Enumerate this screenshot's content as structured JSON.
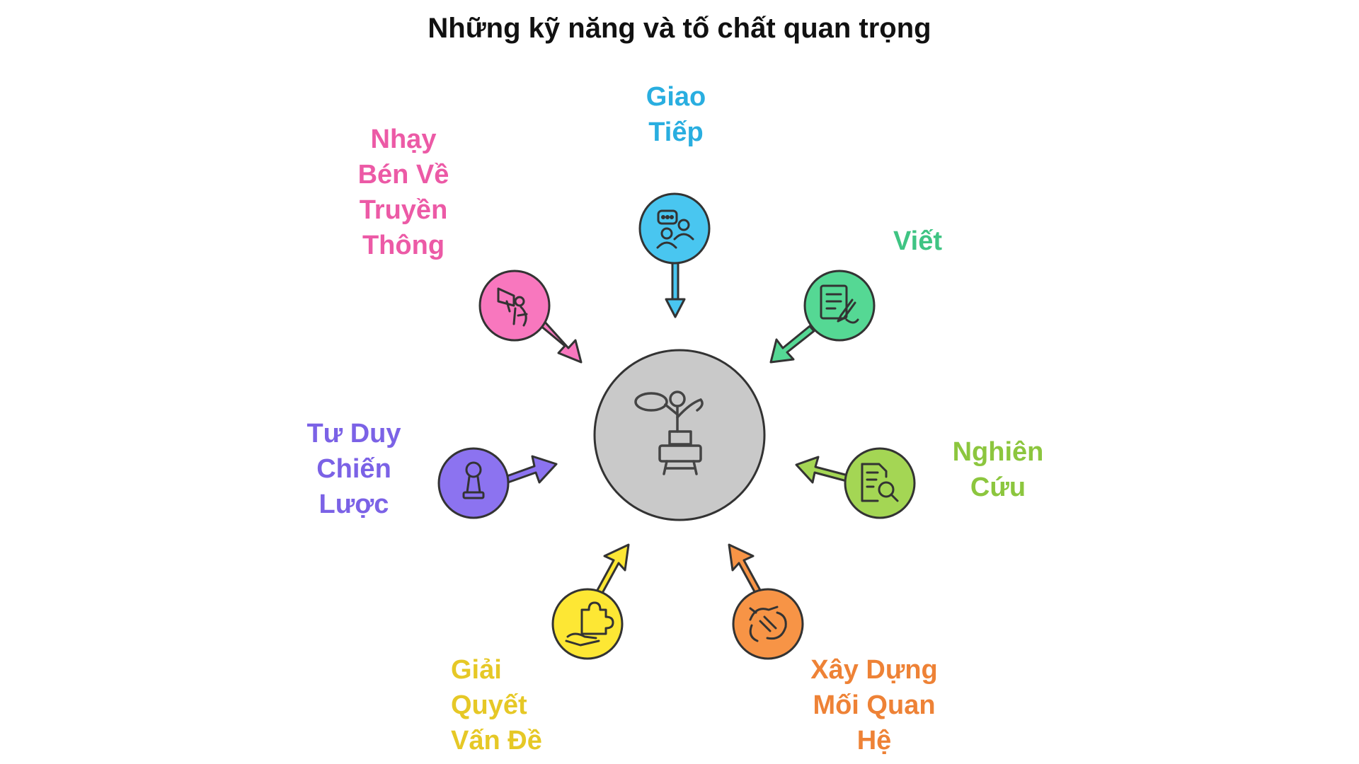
{
  "title": "Những kỹ năng và tố chất quan trọng",
  "center": {
    "icon": "person-presenting-icon",
    "fill": "#c9c9c9"
  },
  "skills": [
    {
      "id": "communication",
      "lines": [
        "Giao",
        "Tiếp"
      ],
      "color": "#29aee0",
      "fill": "#49c6f0",
      "icon": "people-chat-icon"
    },
    {
      "id": "writing",
      "lines": [
        "Viết"
      ],
      "color": "#3fc483",
      "fill": "#55d894",
      "icon": "document-pen-icon"
    },
    {
      "id": "research",
      "lines": [
        "Nghiên",
        "Cứu"
      ],
      "color": "#8cc63e",
      "fill": "#a4d654",
      "icon": "document-search-icon"
    },
    {
      "id": "relationships",
      "lines": [
        "Xây Dựng",
        "Mối Quan",
        "Hệ"
      ],
      "color": "#ee8236",
      "fill": "#f79446",
      "icon": "handshake-icon"
    },
    {
      "id": "problem-solving",
      "lines": [
        "Giải",
        "Quyết",
        "Vấn Đề"
      ],
      "color": "#e6c826",
      "fill": "#fde734",
      "icon": "puzzle-hand-icon"
    },
    {
      "id": "strategy",
      "lines": [
        "Tư Duy",
        "Chiến",
        "Lược"
      ],
      "color": "#7b62e6",
      "fill": "#8c73f0",
      "icon": "chess-pawn-icon"
    },
    {
      "id": "media-sense",
      "lines": [
        "Nhạy",
        "Bén Về",
        "Truyền",
        "Thông"
      ],
      "color": "#ec5aa6",
      "fill": "#f877be",
      "icon": "megaphone-icon"
    }
  ]
}
